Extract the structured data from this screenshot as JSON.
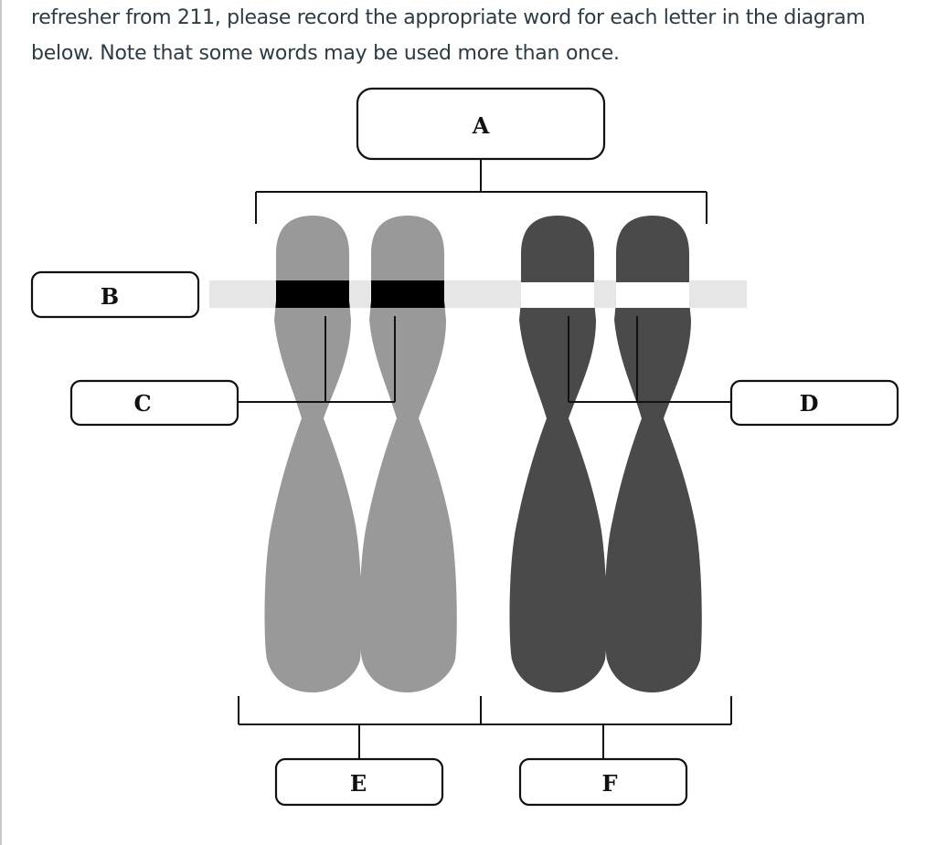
{
  "instructions": {
    "line1": "refresher from 211, please record the appropriate word for each letter in the diagram",
    "line2": "below.  Note that some words may be used more than once."
  },
  "labels": {
    "a": "A",
    "b": "B",
    "c": "C",
    "d": "D",
    "e": "E",
    "f": "F"
  },
  "colors": {
    "chromosome_light": "#999999",
    "chromosome_dark": "#4a4a4a",
    "band_black": "#000000",
    "band_white": "#ffffff",
    "highlight_strip": "#e6e6e6"
  }
}
